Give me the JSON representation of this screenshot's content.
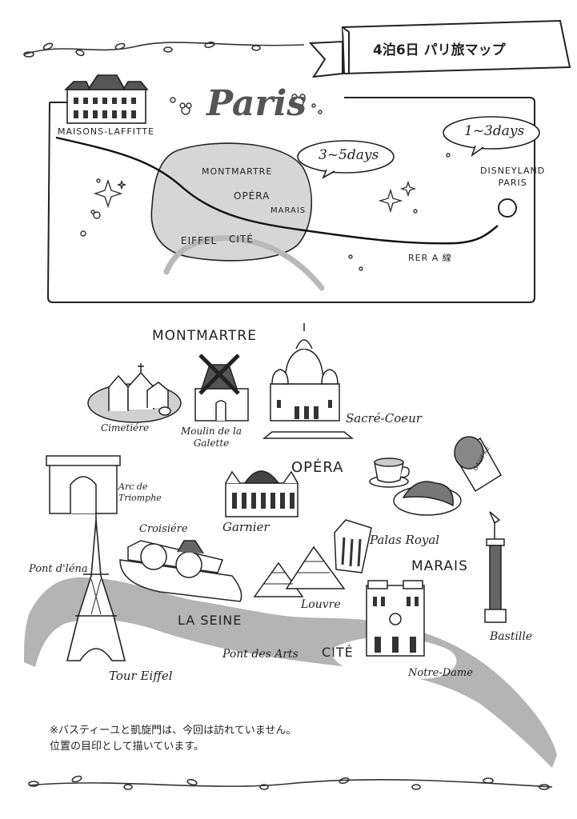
{
  "banner": {
    "title": "4泊6日 パリ旅マップ"
  },
  "overview": {
    "city_title": "Paris",
    "stays": [
      {
        "label": "3~5days"
      },
      {
        "label": "1~3days"
      }
    ],
    "places": {
      "maisons_laffitte": "MAISONS-LAFFITTE",
      "disneyland": "DISNEYLAND\nPARIS",
      "montmartre": "MONTMARTRE",
      "opera": "OPÉRA",
      "marais": "MARAIS",
      "eiffel": "EIFFEL",
      "cite": "CITÉ",
      "rer": "RER A 線"
    }
  },
  "detail": {
    "districts": {
      "montmartre": "MONTMARTRE",
      "opera": "OPÉRA",
      "marais": "MARAIS",
      "cite": "CITÉ",
      "seine": "LA SEINE"
    },
    "landmarks": {
      "cimetiere": "Cimetiére",
      "moulin": "Moulin de la\nGalette",
      "sacre_coeur": "Sacré-Coeur",
      "arc": "Arc de\nTriomphe",
      "garnier": "Garnier",
      "gaufre": "GAUFRE",
      "croisiere": "Croisiére",
      "palais_royal": "Palas Royal",
      "pont_iena": "Pont d'léna",
      "louvre": "Louvre",
      "bastille": "Bastille",
      "pont_arts": "Pont des Arts",
      "notre_dame": "Notre-Dame",
      "tour_eiffel": "Tour Eiffel"
    }
  },
  "note": {
    "line1": "※バスティーユと凱旋門は、今回は訪れていません。",
    "line2": "位置の目印として描いています。"
  }
}
